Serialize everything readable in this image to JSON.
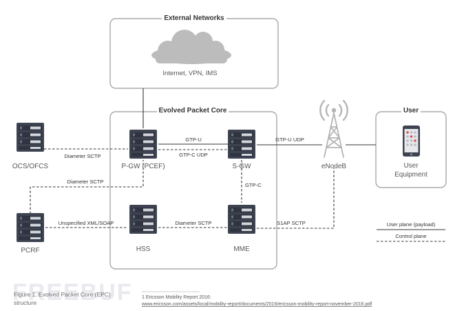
{
  "groups": {
    "external": {
      "title": "External Networks",
      "cloud_label": "Internet, VPN, IMS"
    },
    "epc": {
      "title": "Evolved Packet Core"
    },
    "user": {
      "title": "User",
      "device_label_line1": "User",
      "device_label_line2": "Equipment"
    }
  },
  "nodes": {
    "ocs": "OCS/OFCS",
    "pgw": "P-GW (PCEF)",
    "sgw": "S-GW",
    "enodeb": "eNodeB",
    "pcrf": "PCRF",
    "hss": "HSS",
    "mme": "MME"
  },
  "links": {
    "gtp_u": "GTP-U",
    "gtp_c_udp": "GTP-C UDP",
    "gtp_u_udp": "GTP-U UDP",
    "gtp_c": "GTP-C",
    "ocs_pgw": "Diameter SCTP",
    "pcrf_pgw": "Diameter SCTP",
    "pcrf_hss": "Unspecified XML/SOAP",
    "hss_mme": "Diameter SCTP",
    "mme_enodeb": "S1AP SCTP"
  },
  "legend": {
    "user_plane": "User plane (payload)",
    "control_plane": "Control plane"
  },
  "caption": {
    "line1": "Figure 1. Evolved Packet Core (EPC)",
    "line2": "structure"
  },
  "footnote": {
    "line1": "1  Ericsson Mobility Report 2016:",
    "line2": "www.ericsson.com/assets/local/mobility-report/documents/2016/ericsson-mobility-report-november-2016.pdf"
  },
  "watermark": "FREEBUF",
  "colors": {
    "server_dark": "#3d4350",
    "server_light": "#cfd3da",
    "line": "#333333",
    "box_border": "#999999",
    "cloud": "#b9b9b9"
  }
}
